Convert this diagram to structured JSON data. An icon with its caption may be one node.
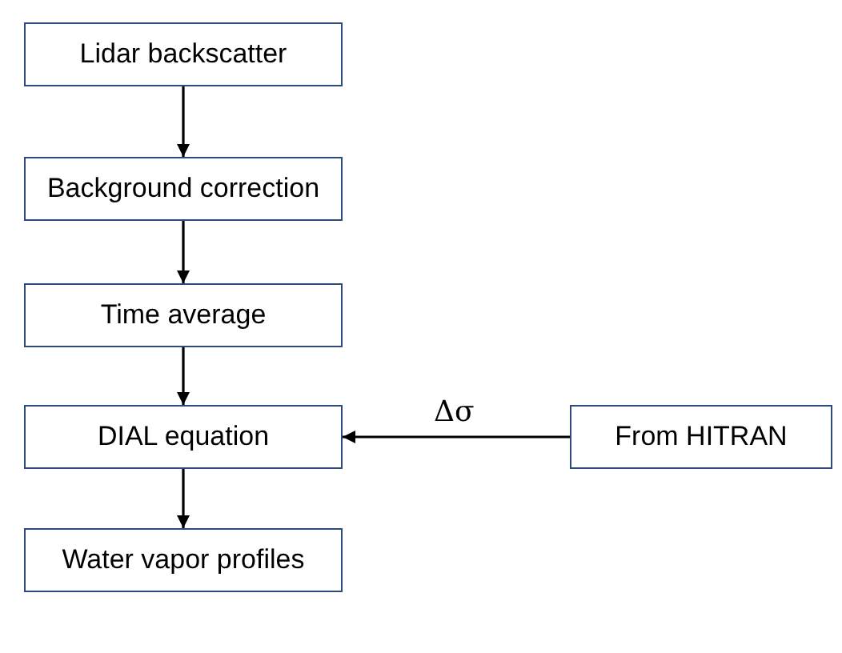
{
  "diagram": {
    "nodes": [
      {
        "text": [
          "Lidar backscatter"
        ]
      },
      {
        "text": [
          "Background correction"
        ]
      },
      {
        "text": [
          "Time average"
        ]
      },
      {
        "text": [
          "DIAL equation"
        ]
      },
      {
        "text": [
          "Water vapor profiles"
        ]
      },
      {
        "text": [
          "From HITRAN"
        ]
      }
    ],
    "edges": [
      {
        "from": 0,
        "to": 1,
        "arrow": "to"
      },
      {
        "from": 1,
        "to": 2,
        "arrow": "to"
      },
      {
        "from": 2,
        "to": 3,
        "arrow": "to"
      },
      {
        "from": 3,
        "to": 4,
        "arrow": "to"
      },
      {
        "from": 5,
        "to": 3,
        "label": "Δσ",
        "arrow": "to"
      }
    ]
  }
}
